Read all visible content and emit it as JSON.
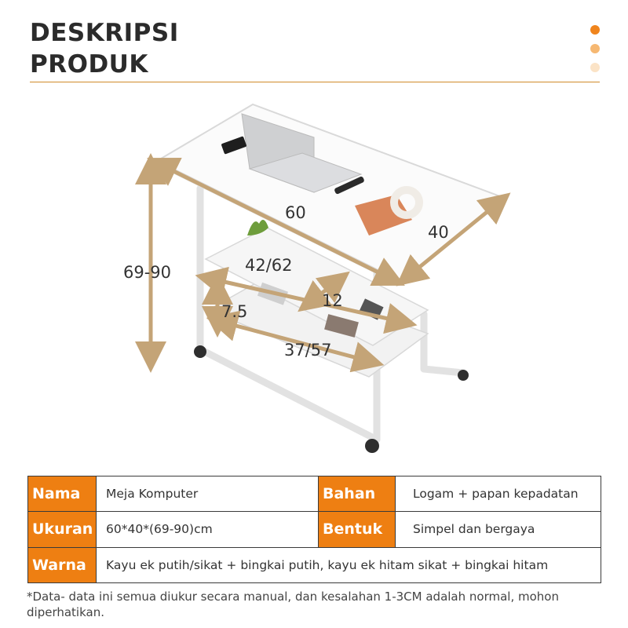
{
  "header": {
    "title_line1": "DESKRIPSI",
    "title_line2": "PRODUK",
    "accent_colors": [
      "#f0841c",
      "#f6b872",
      "#fbe3c6"
    ]
  },
  "dimensions": {
    "width": "60",
    "depth": "40",
    "height": "69-90",
    "shelf_width": "42/62",
    "shelf_depth": "12",
    "shelf_gap": "7.5",
    "lower_shelf_width": "37/57"
  },
  "specs": {
    "row1": {
      "k1": "Nama",
      "v1": "Meja Komputer",
      "k2": "Bahan",
      "v2": "Logam + papan kepadatan"
    },
    "row2": {
      "k1": "Ukuran",
      "v1": "60*40*(69-90)cm",
      "k2": "Bentuk",
      "v2": "Simpel dan bergaya"
    },
    "row3": {
      "k1": "Warna",
      "v1": "Kayu ek putih/sikat + bingkai putih, kayu ek hitam sikat + bingkai hitam"
    }
  },
  "note": "*Data- data ini semua diukur secara manual, dan kesalahan 1-3CM adalah normal, mohon diperhatikan.",
  "colors": {
    "key_bg": "#ee7f12",
    "arrow": "#c4a477",
    "rule": "#d18a2a"
  }
}
